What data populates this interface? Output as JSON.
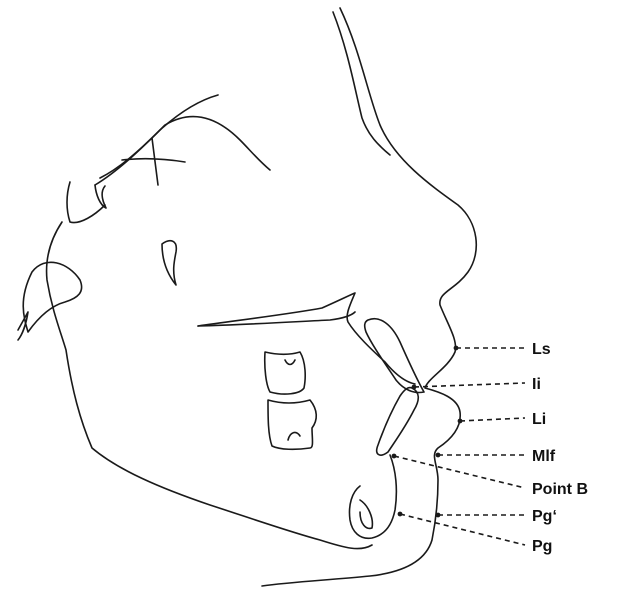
{
  "landmarks": [
    {
      "label": "Ls"
    },
    {
      "label": "Ii"
    },
    {
      "label": "Li"
    },
    {
      "label": "Mlf"
    },
    {
      "label": "Point B"
    },
    {
      "label": "Pg‘"
    },
    {
      "label": "Pg"
    }
  ]
}
